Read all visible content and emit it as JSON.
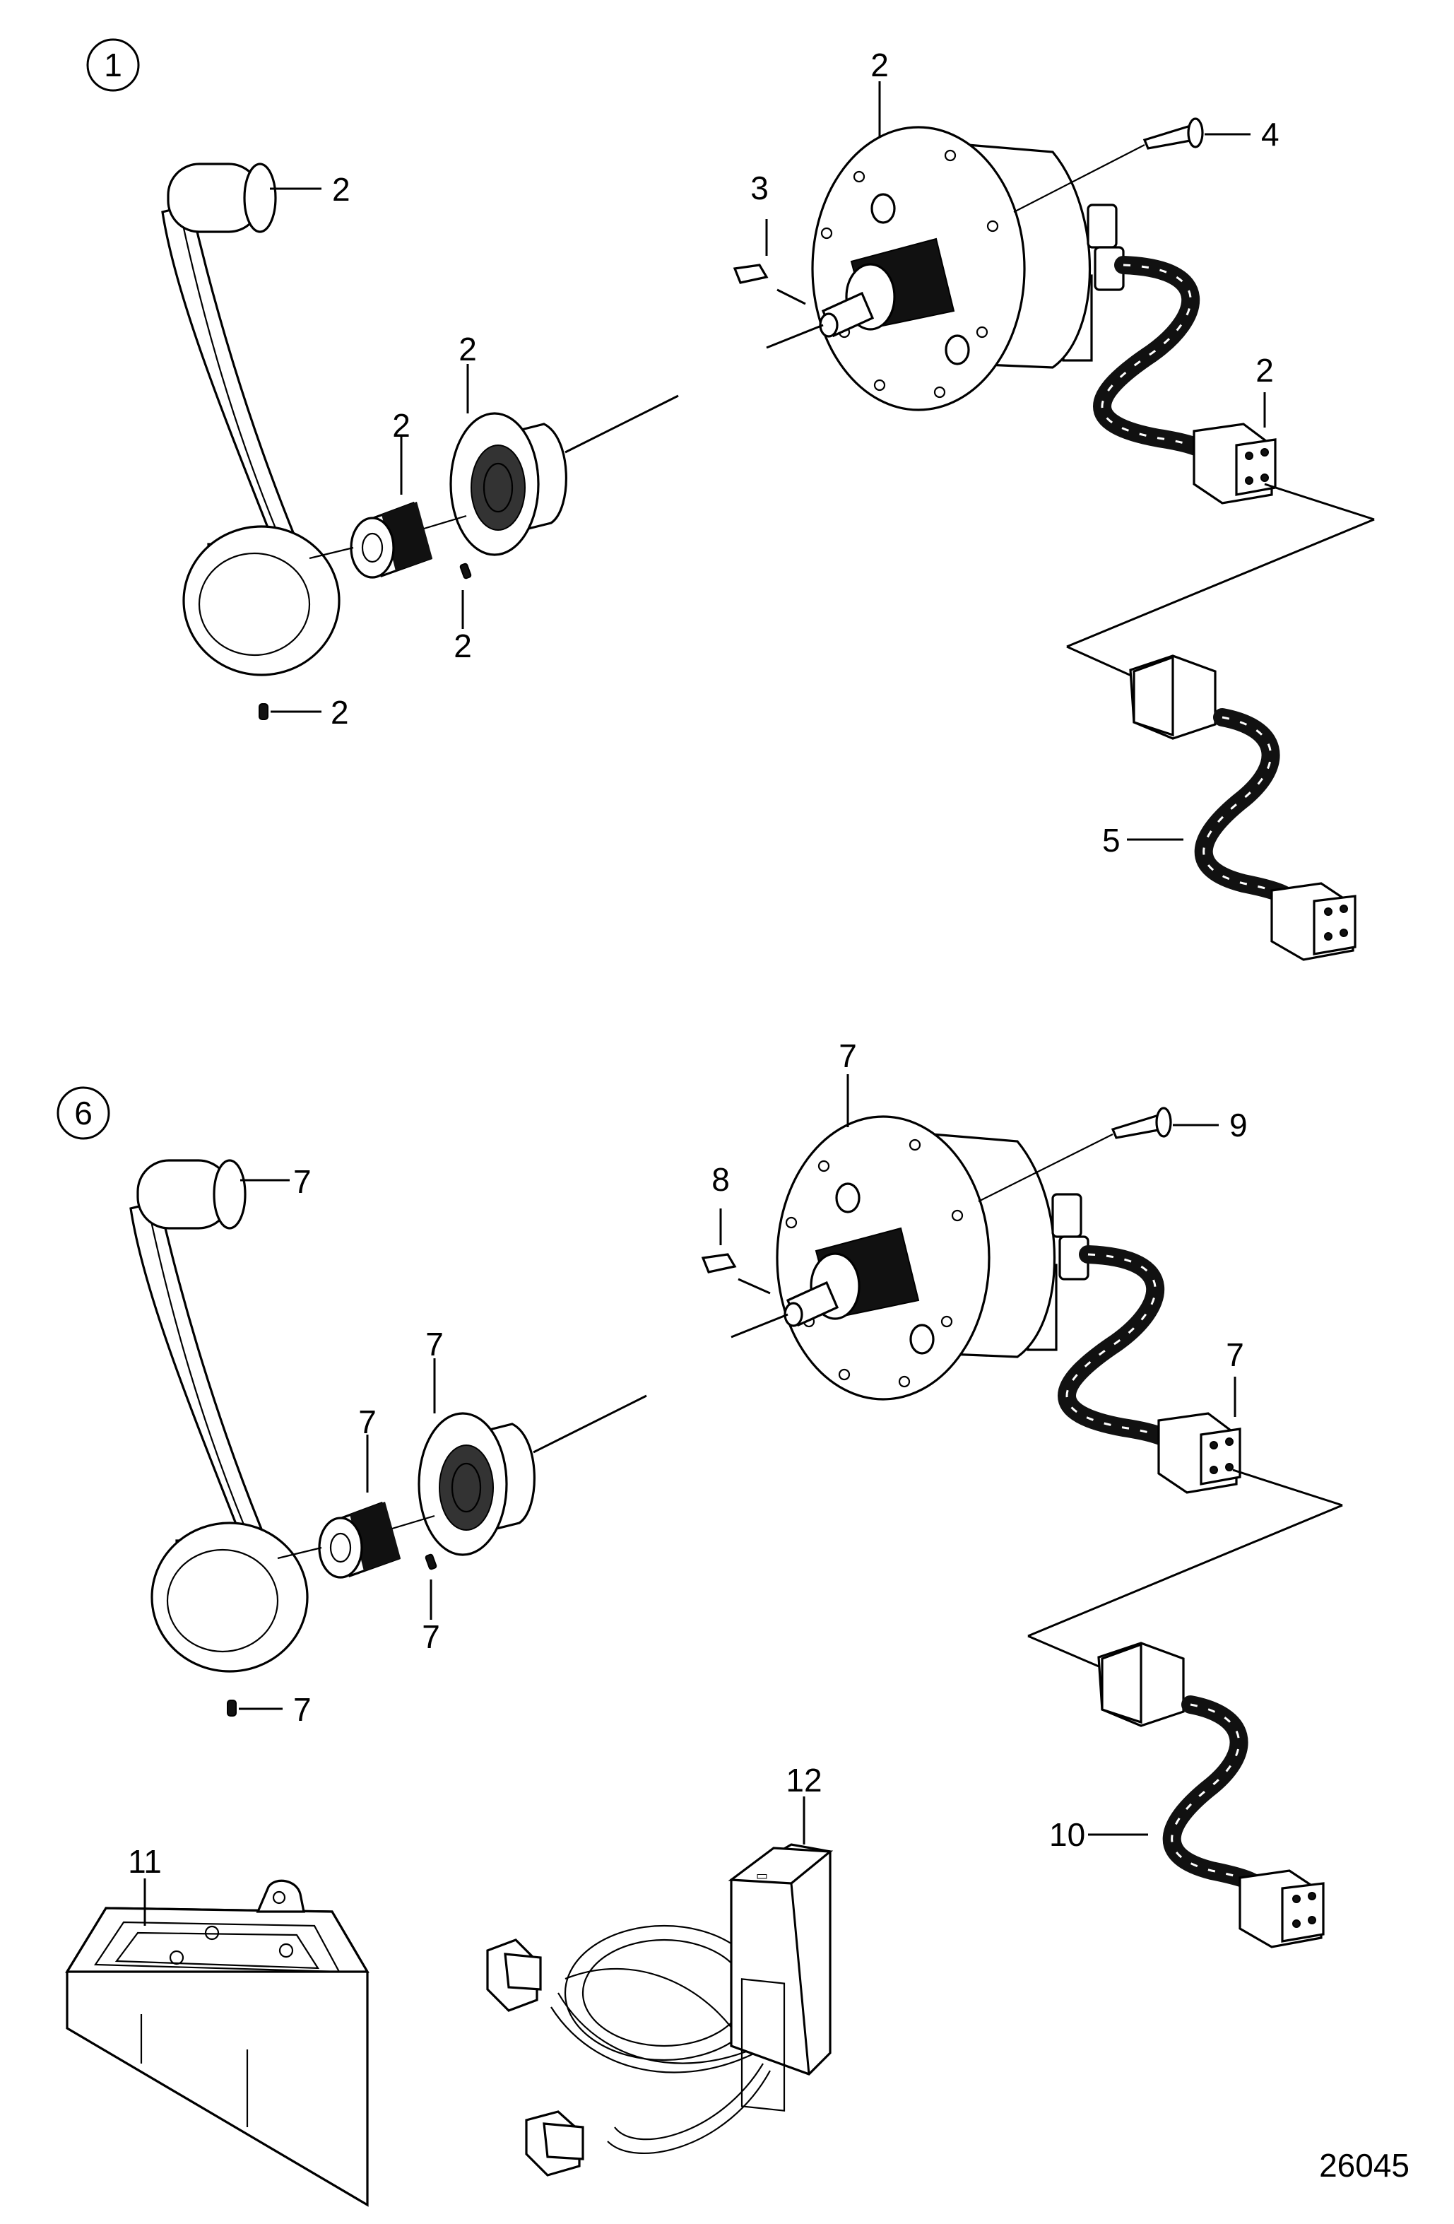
{
  "diagram": {
    "figure_number": "26045",
    "group_markers": [
      "1",
      "6"
    ],
    "callouts": {
      "g1_lever_grip": "2",
      "g1_lever_screw": "2",
      "g1_bushing": "2",
      "g1_bushing_pin": "2",
      "g1_flange": "2",
      "g1_unit": "2",
      "g1_key": "3",
      "g1_screw": "4",
      "g1_connector": "2",
      "g1_harness": "5",
      "g2_lever_grip": "7",
      "g2_lever_screw": "7",
      "g2_bushing": "7",
      "g2_bushing_pin": "7",
      "g2_flange": "7",
      "g2_unit": "7",
      "g2_key": "8",
      "g2_screw": "9",
      "g2_connector": "7",
      "g2_harness": "10",
      "housing": "11",
      "module": "12"
    }
  }
}
